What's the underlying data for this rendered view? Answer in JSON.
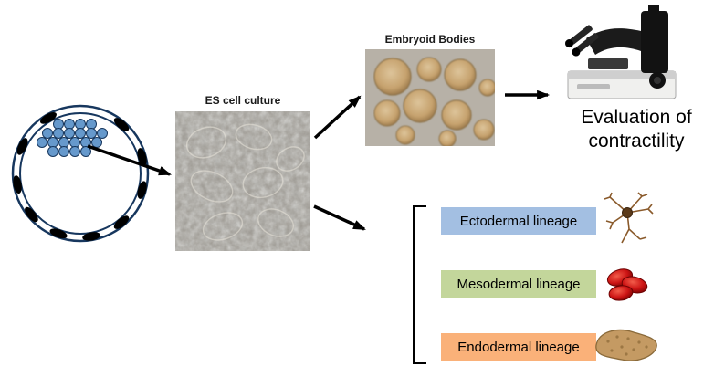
{
  "diagram": {
    "es_cell_culture_label": "ES cell culture",
    "embryoid_bodies_label": "Embryoid Bodies",
    "evaluation_label": "Evaluation of contractility"
  },
  "lineages": [
    {
      "label": "Ectodermal lineage",
      "color": "#A3BFE2",
      "icon": "neuron-icon"
    },
    {
      "label": "Mesodermal lineage",
      "color": "#C3D69B",
      "icon": "red-blood-cells-icon"
    },
    {
      "label": "Endodermal lineage",
      "color": "#FAB179",
      "icon": "pancreas-icon"
    }
  ]
}
